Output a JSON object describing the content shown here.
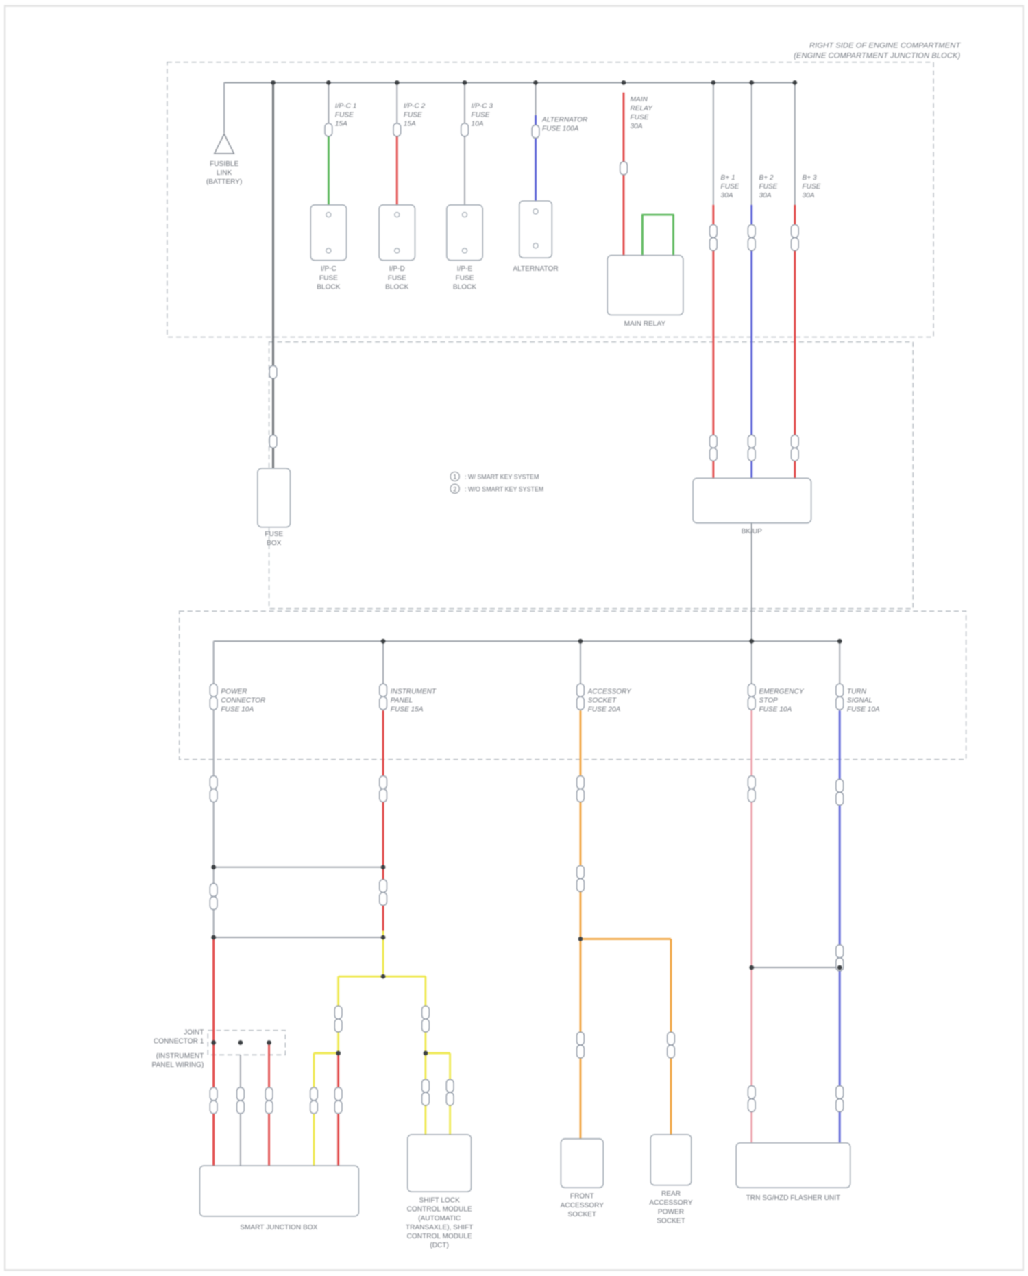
{
  "header": {
    "line1": "RIGHT SIDE OF ENGINE COMPARTMENT",
    "line2": "(ENGINE COMPARTMENT JUNCTION BLOCK)"
  },
  "legend": {
    "sym1": "1",
    "sym2": "2",
    "item1": ": W/ SMART KEY SYSTEM",
    "item2": ": W/O SMART KEY SYSTEM"
  },
  "colors": {
    "bus": "#8d939b",
    "wire_gray": "#a3a8b0",
    "wire_dark": "#5f6368",
    "red": "#e04545",
    "green": "#5cb85c",
    "blue": "#5b62d6",
    "orange": "#f0a440",
    "yellow": "#eee84e",
    "pink": "#eda4ae"
  },
  "top": {
    "source": {
      "l1": "FUSIBLE",
      "l2": "LINK",
      "l3": "(BATTERY)"
    },
    "f1": {
      "t1": "I/P-C 1",
      "t2": "FUSE",
      "t3": "15A",
      "b1": "I/P-C",
      "b2": "FUSE",
      "b3": "BLOCK"
    },
    "f2": {
      "t1": "I/P-C 2",
      "t2": "FUSE",
      "t3": "15A",
      "b1": "I/P-D",
      "b2": "FUSE",
      "b3": "BLOCK"
    },
    "f3": {
      "t1": "I/P-C 3",
      "t2": "FUSE",
      "t3": "10A",
      "b1": "I/P-E",
      "b2": "FUSE",
      "b3": "BLOCK"
    },
    "f4": {
      "t1": "ALTERNATOR",
      "t2": "FUSE 100A",
      "b1": "ALTERNATOR"
    },
    "relay": {
      "t1": "MAIN",
      "t2": "RELAY",
      "t3": "FUSE",
      "t4": "30A",
      "label": "MAIN RELAY"
    },
    "b1": {
      "l1": "B+ 1",
      "l2": "FUSE",
      "l3": "30A"
    },
    "b2": {
      "l1": "B+ 2",
      "l2": "FUSE",
      "l3": "30A"
    },
    "b3": {
      "l1": "B+ 3",
      "l2": "FUSE",
      "l3": "30A"
    },
    "bkup_label": "BK/UP",
    "left_box": {
      "l1": "FUSE",
      "l2": "BOX"
    }
  },
  "bottom": {
    "d1": {
      "l1": "POWER",
      "l2": "CONNECTOR",
      "l3": "FUSE 10A"
    },
    "d2": {
      "l1": "INSTRUMENT",
      "l2": "PANEL",
      "l3": "FUSE 15A"
    },
    "d3": {
      "l1": "ACCESSORY",
      "l2": "SOCKET",
      "l3": "FUSE 20A"
    },
    "d4": {
      "l1": "EMERGENCY",
      "l2": "STOP",
      "l3": "FUSE 10A"
    },
    "d5": {
      "l1": "TURN",
      "l2": "SIGNAL",
      "l3": "FUSE 10A"
    },
    "joint": {
      "l1": "JOINT",
      "l2": "CONNECTOR 1",
      "l3": "(INSTRUMENT",
      "l4": "PANEL WIRING)"
    },
    "box1_label": "SMART JUNCTION BOX",
    "box2": {
      "l1": "SHIFT LOCK",
      "l2": "CONTROL MODULE",
      "l3": "(AUTOMATIC",
      "l4": "TRANSAXLE), SHIFT",
      "l5": "CONTROL MODULE",
      "l6": "(DCT)"
    },
    "box3": {
      "l1": "FRONT",
      "l2": "ACCESSORY",
      "l3": "SOCKET"
    },
    "box4": {
      "l1": "REAR",
      "l2": "ACCESSORY",
      "l3": "POWER",
      "l4": "SOCKET"
    },
    "box5_label": "TRN SG/HZD FLASHER UNIT"
  }
}
